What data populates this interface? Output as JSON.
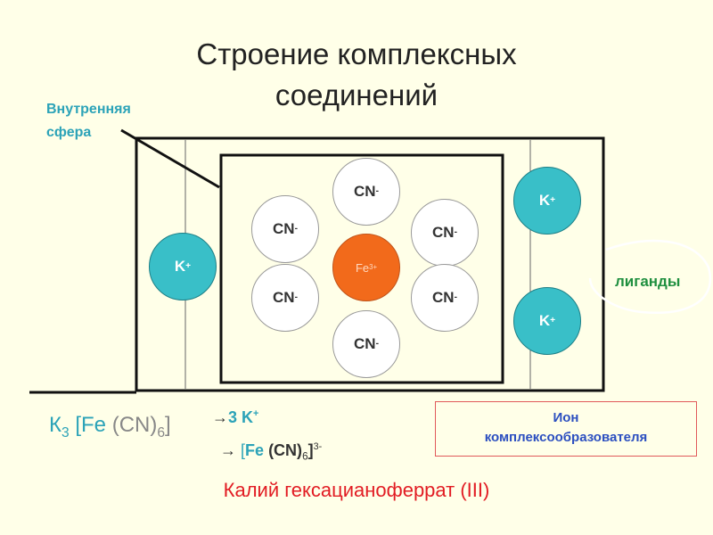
{
  "title": {
    "line1": "Строение комплексных",
    "line2": "соединений"
  },
  "inner_sphere_label": {
    "line1": "Внутренняя",
    "line2": "сфера"
  },
  "ligand_symbol": "CN",
  "ligand_charge": "-",
  "center_ion": {
    "symbol": "Fe",
    "charge": "3+"
  },
  "outer_ion": {
    "symbol": "K",
    "charge": "+"
  },
  "ligands_label": "лиганды",
  "formula": {
    "k": "К",
    "k_sub": "3",
    "open": "[",
    "fe": "Fe",
    "cn": "(CN)",
    "cn_sub": "6",
    "close": "]"
  },
  "products": {
    "arrow1": "→",
    "line1": "3 K",
    "line1_sup": "+",
    "arrow2": "→",
    "open": "[",
    "fe": "Fe",
    "cn": "(CN)",
    "cn_sub": "6",
    "close": "]",
    "charge": "3-"
  },
  "ion_box": {
    "line1": "Ион",
    "line2": "комплексообразователя"
  },
  "compound_name": "Калий гексацианоферрат (III)",
  "colors": {
    "background": "#FFFFE8",
    "teal": "#39BFC8",
    "iron": "#F26A1B",
    "red": "#E21C23"
  }
}
